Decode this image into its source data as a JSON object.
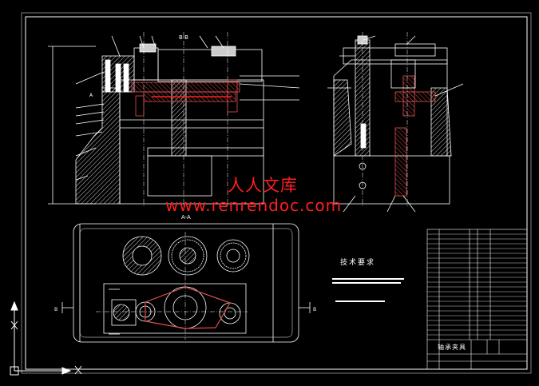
{
  "watermark": {
    "cn_text": "人人文库",
    "url_text": "www.renrendoc.com"
  },
  "drawing": {
    "section_label_top": "B-B",
    "section_label_mid": "A-A",
    "section_marker_a": "A",
    "section_marker_b_left": "B",
    "section_marker_b_right": "B",
    "tech_requirements": "技术要求",
    "title_block_name": "轴承夹具"
  },
  "colors": {
    "background": "#000000",
    "line": "#ffffff",
    "hatch": "#e05050",
    "highlight_red": "#ff2020",
    "watermark": "#ff1e1e"
  },
  "icons": {
    "ucs": "ucs-axis-icon"
  }
}
